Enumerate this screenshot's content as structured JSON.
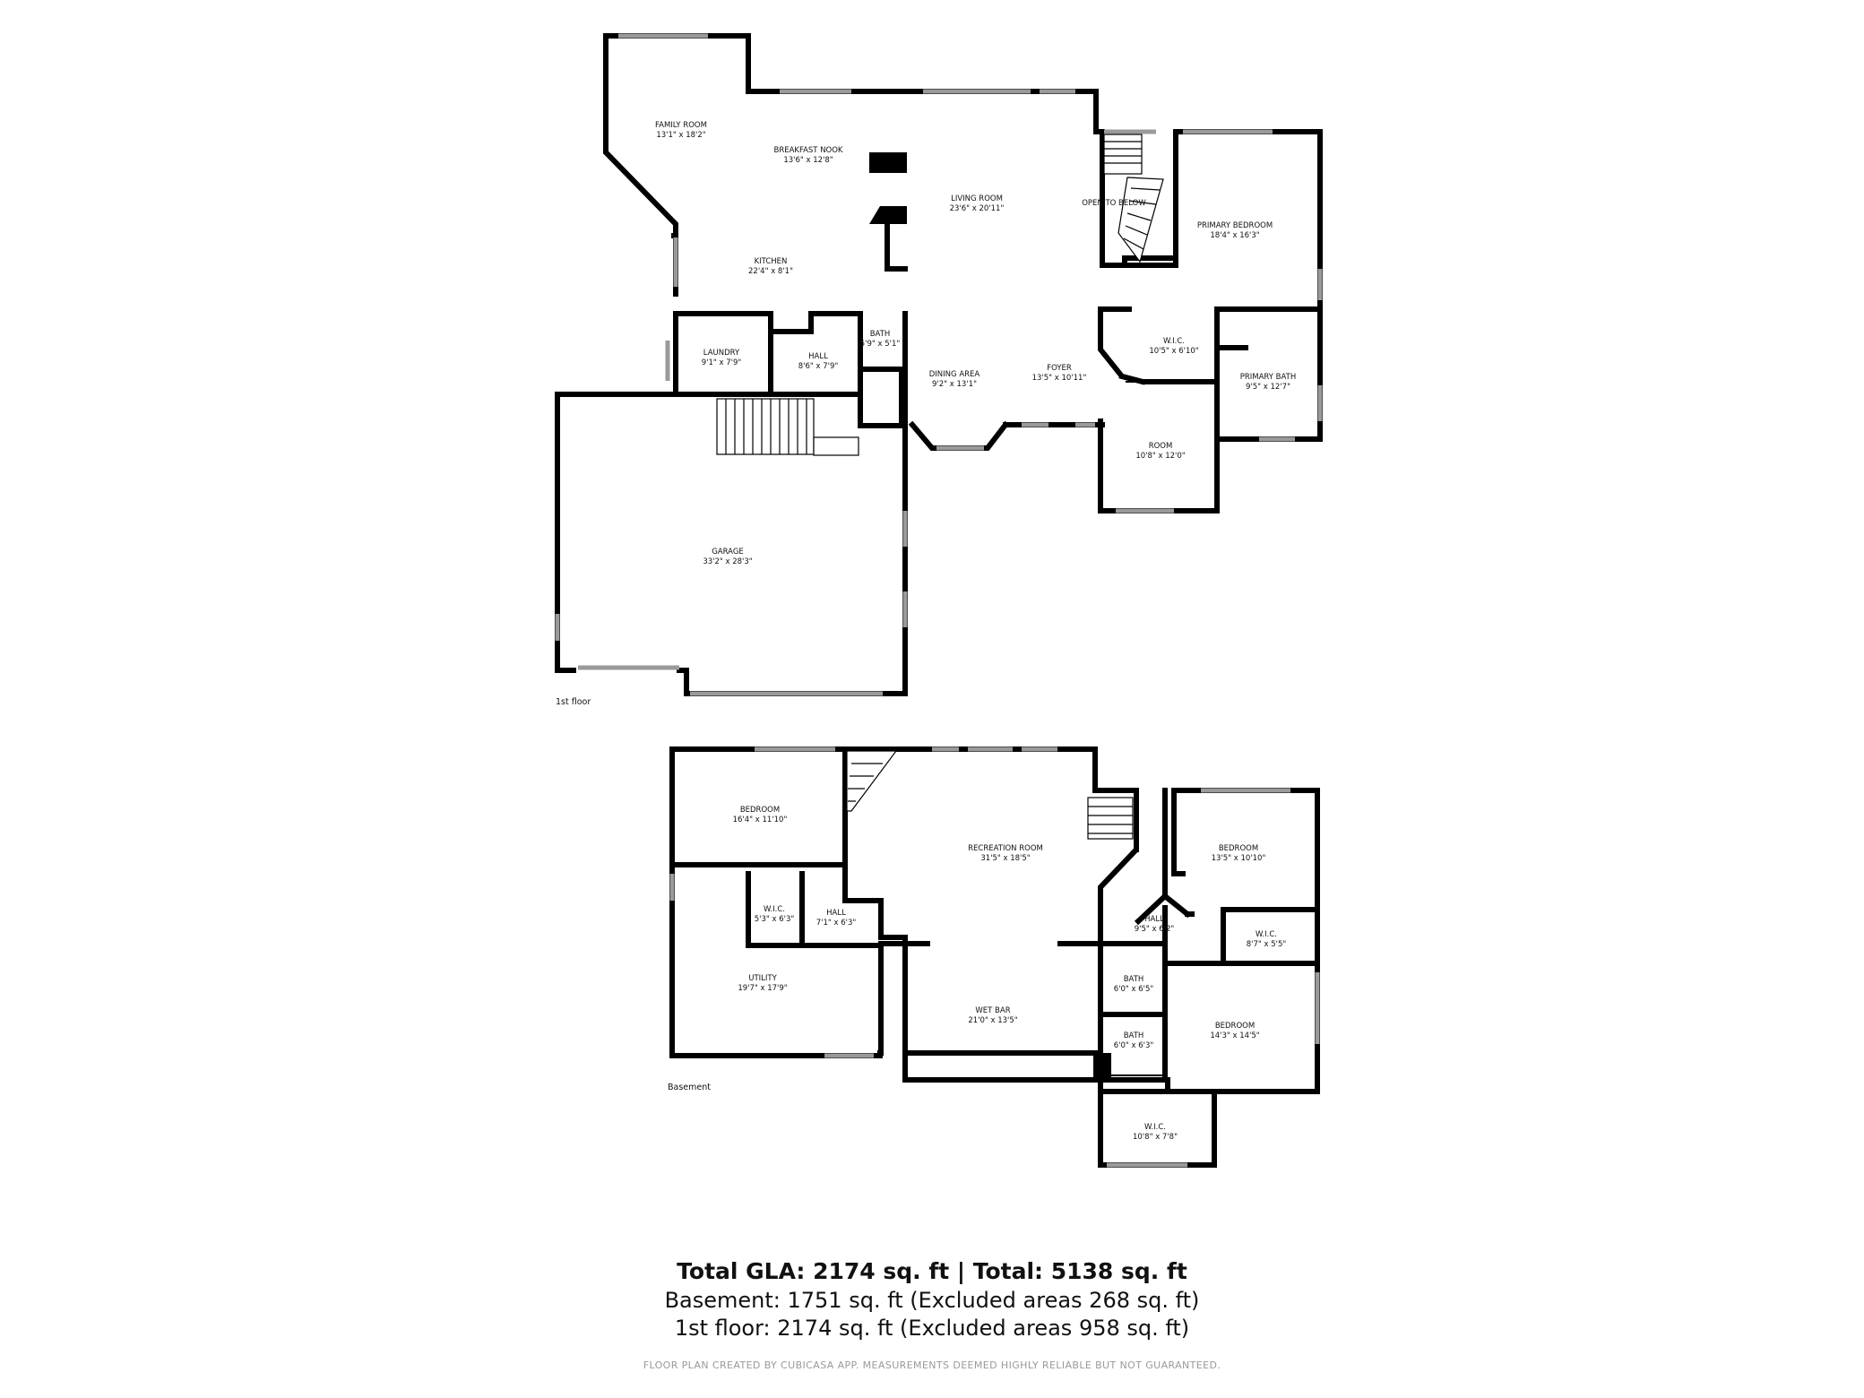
{
  "floors": {
    "first": {
      "label": "1st floor",
      "rooms": [
        {
          "id": "family-room",
          "name": "FAMILY ROOM",
          "size": "13'1\" x 18'2\""
        },
        {
          "id": "breakfast-nook",
          "name": "BREAKFAST NOOK",
          "size": "13'6\" x 12'8\""
        },
        {
          "id": "living-room",
          "name": "LIVING ROOM",
          "size": "23'6\" x 20'11\""
        },
        {
          "id": "open-to-below",
          "name": "OPEN TO BELOW",
          "size": ""
        },
        {
          "id": "primary-bedroom",
          "name": "PRIMARY BEDROOM",
          "size": "18'4\" x 16'3\""
        },
        {
          "id": "kitchen",
          "name": "KITCHEN",
          "size": "22'4\" x 8'1\""
        },
        {
          "id": "laundry",
          "name": "LAUNDRY",
          "size": "9'1\" x 7'9\""
        },
        {
          "id": "hall-1",
          "name": "HALL",
          "size": "8'6\" x 7'9\""
        },
        {
          "id": "bath-1",
          "name": "BATH",
          "size": "5'9\" x 5'1\""
        },
        {
          "id": "wic-1",
          "name": "W.I.C.",
          "size": "10'5\" x 6'10\""
        },
        {
          "id": "dining-area",
          "name": "DINING AREA",
          "size": "9'2\" x 13'1\""
        },
        {
          "id": "foyer",
          "name": "FOYER",
          "size": "13'5\" x 10'11\""
        },
        {
          "id": "primary-bath",
          "name": "PRIMARY BATH",
          "size": "9'5\" x 12'7\""
        },
        {
          "id": "room",
          "name": "ROOM",
          "size": "10'8\" x 12'0\""
        },
        {
          "id": "garage",
          "name": "GARAGE",
          "size": "33'2\" x 28'3\""
        }
      ]
    },
    "basement": {
      "label": "Basement",
      "rooms": [
        {
          "id": "bedroom-b1",
          "name": "BEDROOM",
          "size": "16'4\" x 11'10\""
        },
        {
          "id": "recreation-room",
          "name": "RECREATION ROOM",
          "size": "31'5\" x 18'5\""
        },
        {
          "id": "bedroom-b2",
          "name": "BEDROOM",
          "size": "13'5\" x 10'10\""
        },
        {
          "id": "wic-b1",
          "name": "W.I.C.",
          "size": "5'3\" x 6'3\""
        },
        {
          "id": "hall-b1",
          "name": "HALL",
          "size": "7'1\" x 6'3\""
        },
        {
          "id": "hall-b2",
          "name": "HALL",
          "size": "9'5\" x 6'2\""
        },
        {
          "id": "wic-b2",
          "name": "W.I.C.",
          "size": "8'7\" x 5'5\""
        },
        {
          "id": "utility",
          "name": "UTILITY",
          "size": "19'7\" x 17'9\""
        },
        {
          "id": "wet-bar",
          "name": "WET BAR",
          "size": "21'0\" x 13'5\""
        },
        {
          "id": "bath-b1",
          "name": "BATH",
          "size": "6'0\" x 6'5\""
        },
        {
          "id": "bath-b2",
          "name": "BATH",
          "size": "6'0\" x 6'3\""
        },
        {
          "id": "bedroom-b3",
          "name": "BEDROOM",
          "size": "14'3\" x 14'5\""
        },
        {
          "id": "wic-b3",
          "name": "W.I.C.",
          "size": "10'8\" x 7'8\""
        }
      ]
    }
  },
  "summary": {
    "total": "Total GLA: 2174 sq. ft | Total: 5138 sq. ft",
    "basement": "Basement: 1751 sq. ft (Excluded areas 268 sq. ft)",
    "first_floor": "1st floor: 2174 sq. ft (Excluded areas 958 sq. ft)",
    "disclaimer": "FLOOR PLAN CREATED BY CUBICASA APP. MEASUREMENTS DEEMED HIGHLY RELIABLE BUT NOT GUARANTEED."
  },
  "colors": {
    "wall": "#000000",
    "window": "#9a9a9a",
    "background": "#ffffff",
    "disclaimer": "#9a9a9a"
  }
}
